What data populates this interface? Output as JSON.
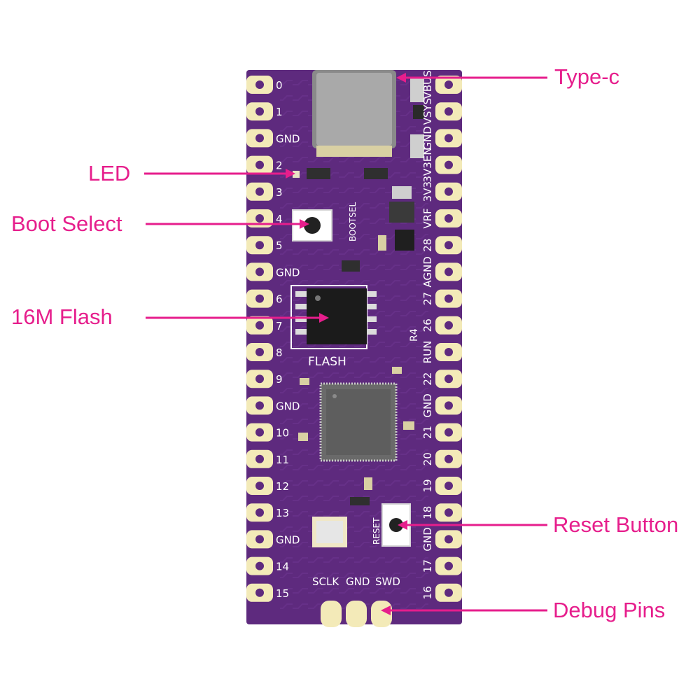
{
  "colors": {
    "accent": "#e61e8c",
    "board": "#5e2a7e",
    "pad": "#f3eab8",
    "silkscreen": "#ffffff"
  },
  "callouts": {
    "type_c": "Type-c",
    "led": "LED",
    "boot_select": "Boot Select",
    "flash": "16M Flash",
    "reset_button": "Reset Button",
    "debug_pins": "Debug Pins"
  },
  "board": {
    "left_pins": [
      "0",
      "1",
      "GND",
      "2",
      "3",
      "4",
      "5",
      "GND",
      "6",
      "7",
      "8",
      "9",
      "GND",
      "10",
      "11",
      "12",
      "13",
      "GND",
      "14",
      "15"
    ],
    "right_pins": [
      "VBUS",
      "VSYS",
      "GND",
      "3V3EN",
      "3V3",
      "VRF",
      "28",
      "AGND",
      "27",
      "26",
      "RUN",
      "22",
      "GND",
      "21",
      "20",
      "19",
      "18",
      "GND",
      "17",
      "16"
    ],
    "bootsel_label": "BOOTSEL",
    "flash_label": "FLASH",
    "reset_label": "RESET",
    "debug_labels": [
      "SCLK",
      "GND",
      "SWD"
    ],
    "misc_label": "R4"
  }
}
